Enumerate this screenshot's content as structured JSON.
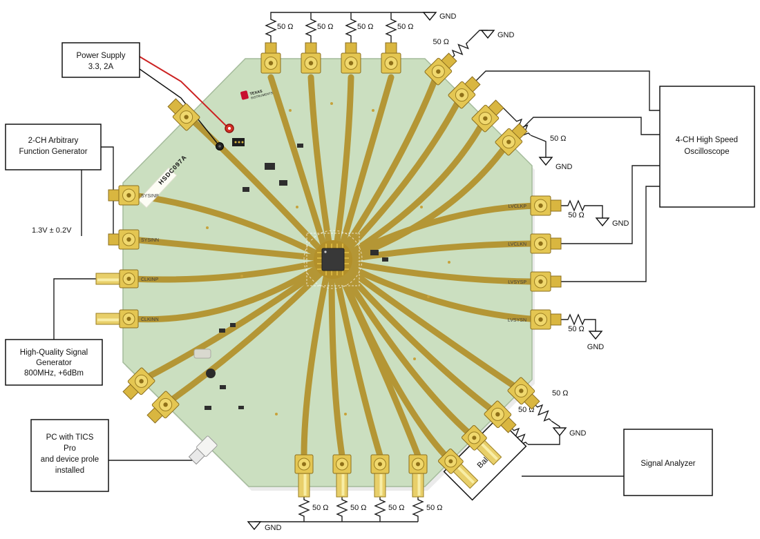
{
  "labels": {
    "r50": "50 Ω",
    "gnd": "GND"
  },
  "boxes": {
    "power_supply": {
      "line1": "Power Supply",
      "line2": "3.3, 2A"
    },
    "function_generator": {
      "line1": "2-CH Arbitrary",
      "line2": "Function Generator"
    },
    "voltage_note": "1.3V ± 0.2V",
    "signal_generator": {
      "line1": "High-Quality Signal",
      "line2": "Generator",
      "line3": "800MHz, +6dBm"
    },
    "pc": {
      "line1": "PC with TICS",
      "line2": "Pro",
      "line3": "and device prole",
      "line4": "installed"
    },
    "oscilloscope": {
      "line1": "4-CH High Speed",
      "line2": "Oscilloscope"
    },
    "signal_analyzer": "Signal Analyzer",
    "balun": "Balun"
  },
  "board": {
    "part_number": "HSDC097A",
    "brand": {
      "line1": "TEXAS",
      "line2": "INSTRUMENTS"
    },
    "connector_labels": {
      "left": [
        "SYSINP",
        "SYSINN",
        "CLKINP",
        "CLKINN"
      ],
      "right": [
        "LVCLKP",
        "LVCLKN",
        "LVSYSP",
        "LVSYSN"
      ]
    }
  }
}
